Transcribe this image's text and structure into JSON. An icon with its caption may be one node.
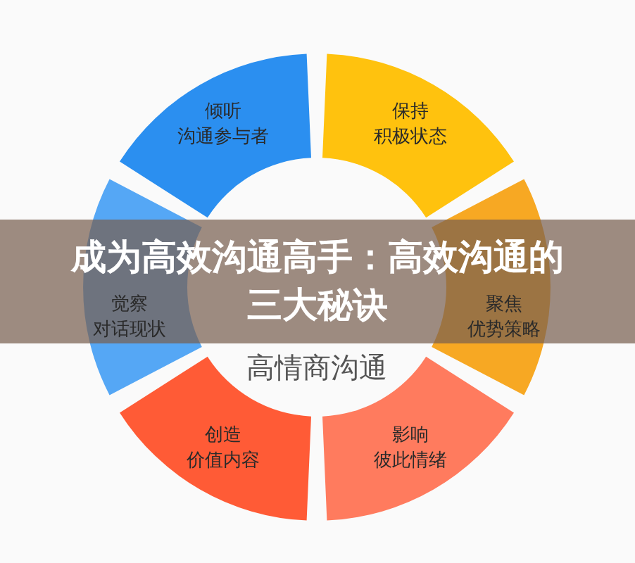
{
  "diagram": {
    "title": "成为高效沟通高手：高效沟通的三大秘诀",
    "nodes": [
      {
        "text": [
          "倾听",
          "沟通参与者"
        ]
      },
      {
        "text": [
          "保持",
          "积极状态"
        ]
      },
      {
        "text": [
          "聚焦",
          "优势策略"
        ]
      },
      {
        "text": [
          "影响",
          "彼此情绪"
        ]
      },
      {
        "text": [
          "创造",
          "价值内容"
        ]
      },
      {
        "text": [
          "觉察",
          "对话现状"
        ]
      },
      {
        "text": [
          "高情商沟通"
        ]
      }
    ]
  }
}
